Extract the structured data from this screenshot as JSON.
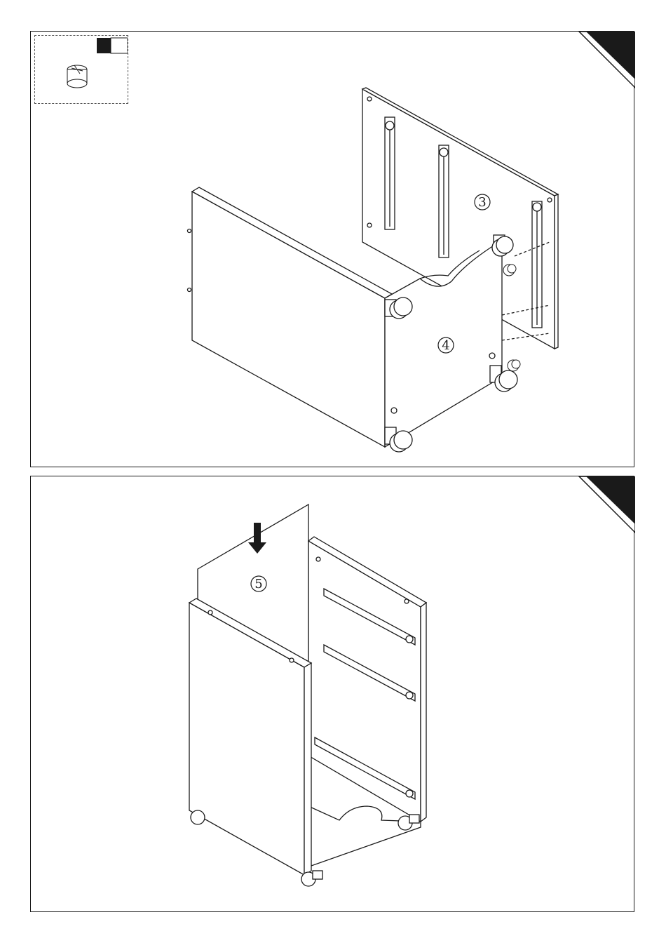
{
  "page": {
    "kind": "assembly-instruction-sheet"
  },
  "step_top": {
    "parts": {
      "back_panel": "3",
      "base_panel": "4"
    },
    "inset": {
      "icon": "cam-lock-connector-icon"
    }
  },
  "step_bottom": {
    "parts": {
      "insert_panel": "5"
    },
    "arrow": "down-arrow-icon"
  },
  "colors": {
    "line": "#1a1a1a",
    "corner": "#1a1a1a",
    "panel_fill": "#ffffff"
  }
}
